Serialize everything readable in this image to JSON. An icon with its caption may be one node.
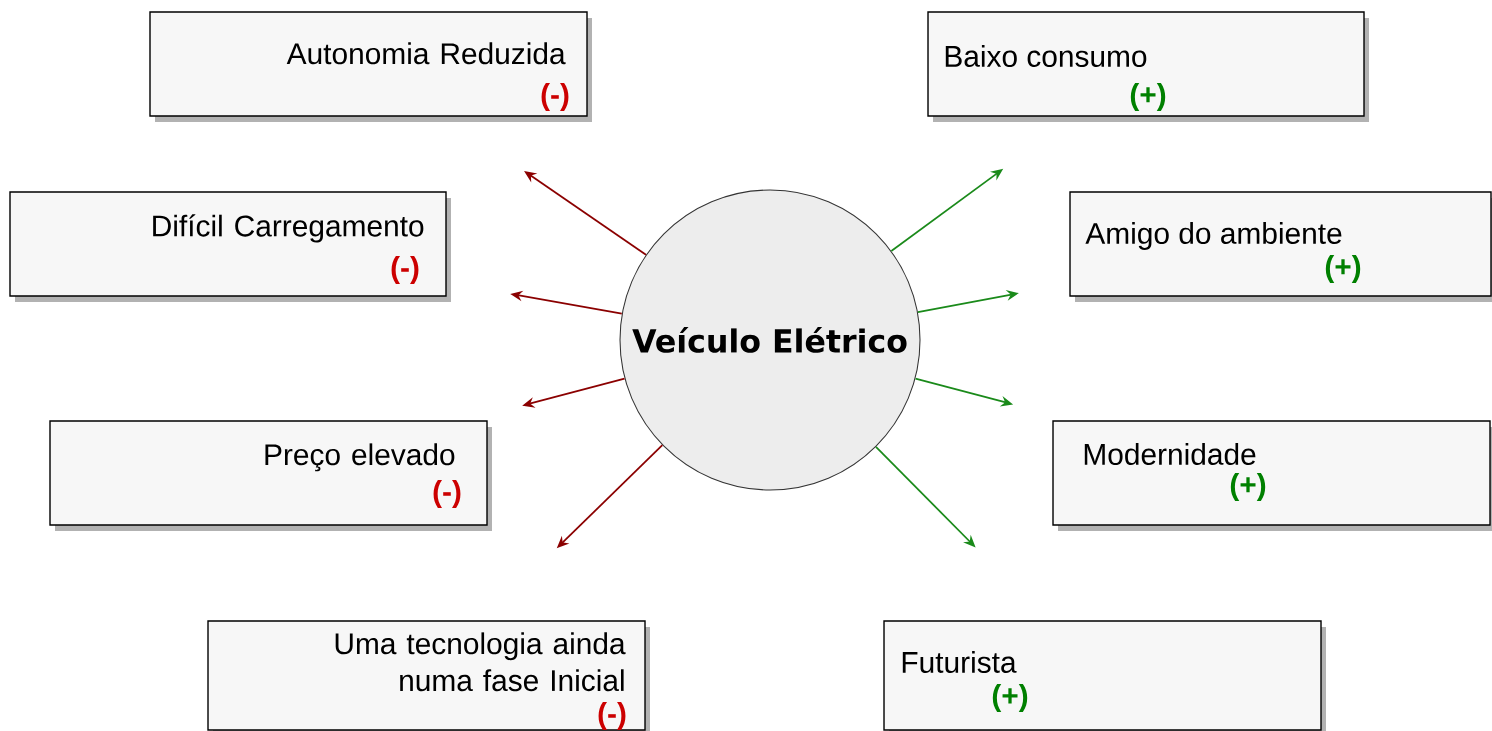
{
  "diagram": {
    "nodes": [
      {
        "text": [
          "Veículo Elétrico"
        ]
      },
      {
        "text": [
          "Autonomia Reduzida",
          "(-)"
        ]
      },
      {
        "text": [
          "Difícil Carregamento",
          "(-)"
        ]
      },
      {
        "text": [
          "Preço elevado",
          "(-)"
        ]
      },
      {
        "text": [
          "Uma tecnologia ainda numa fase Inicial",
          "(-)"
        ]
      },
      {
        "text": [
          "Baixo consumo",
          "(+)"
        ]
      },
      {
        "text": [
          "Amigo do ambiente",
          "(+)"
        ]
      },
      {
        "text": [
          "Modernidade",
          "(+)"
        ]
      },
      {
        "text": [
          "Futurista",
          "(+)"
        ]
      }
    ],
    "edges": [
      {
        "from": 0,
        "to": 1,
        "arrow": "to",
        "color": "#8b0000"
      },
      {
        "from": 0,
        "to": 2,
        "arrow": "to",
        "color": "#8b0000"
      },
      {
        "from": 0,
        "to": 3,
        "arrow": "to",
        "color": "#8b0000"
      },
      {
        "from": 0,
        "to": 4,
        "arrow": "to",
        "color": "#8b0000"
      },
      {
        "from": 0,
        "to": 5,
        "arrow": "to",
        "color": "#1a8a1a"
      },
      {
        "from": 0,
        "to": 6,
        "arrow": "to",
        "color": "#1a8a1a"
      },
      {
        "from": 0,
        "to": 7,
        "arrow": "to",
        "color": "#1a8a1a"
      },
      {
        "from": 0,
        "to": 8,
        "arrow": "to",
        "color": "#1a8a1a"
      }
    ]
  }
}
